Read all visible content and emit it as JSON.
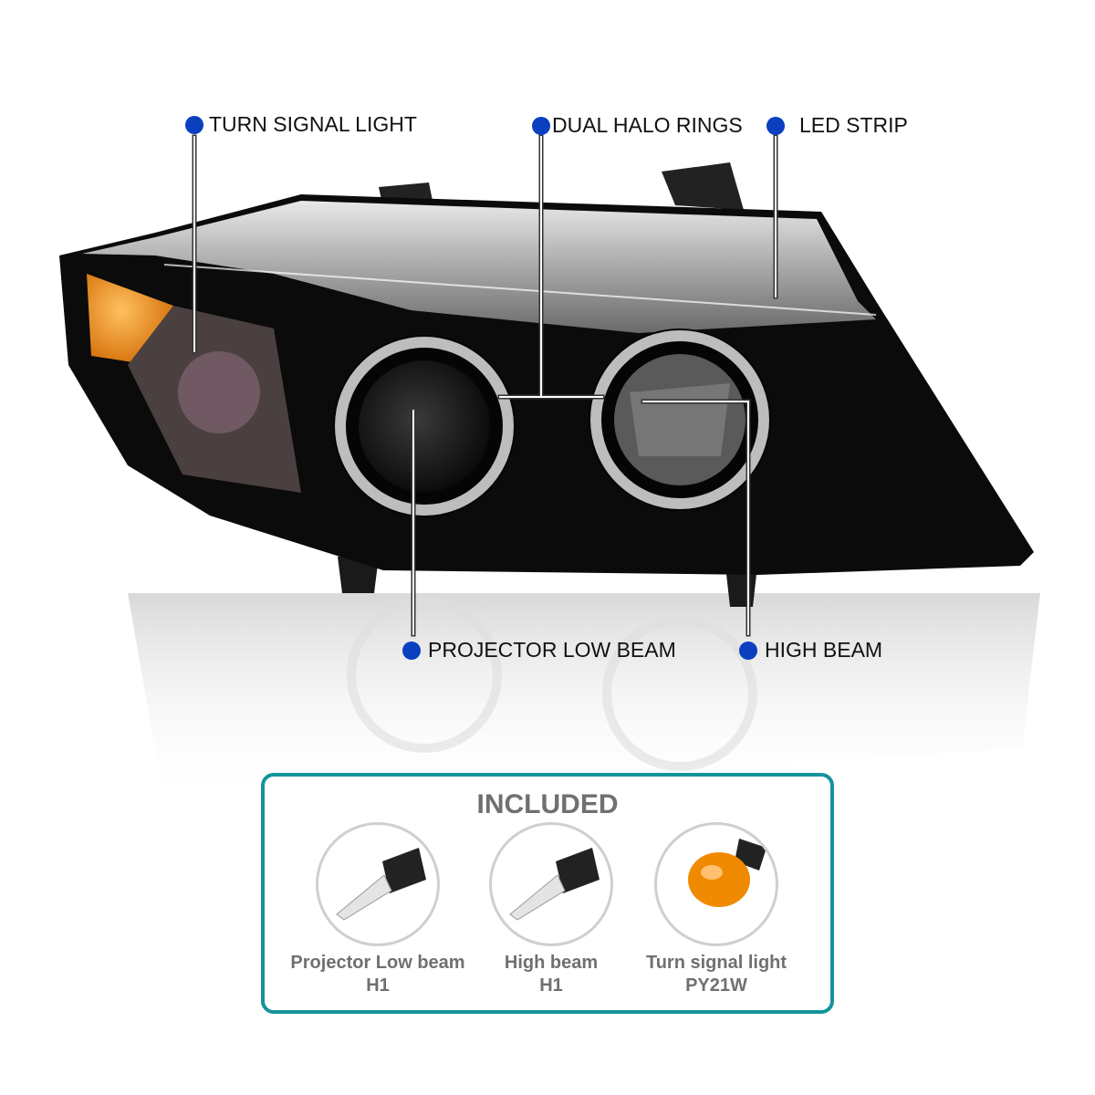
{
  "callouts": {
    "turn_signal": "TURN SIGNAL LIGHT",
    "dual_halo": "DUAL HALO RINGS",
    "led_strip": "LED STRIP",
    "projector": "PROJECTOR LOW BEAM",
    "high_beam": "HIGH BEAM"
  },
  "included": {
    "title": "INCLUDED",
    "items": [
      {
        "name": "Projector Low beam",
        "bulb": "H1"
      },
      {
        "name": "High beam",
        "bulb": "H1"
      },
      {
        "name": "Turn signal light",
        "bulb": "PY21W"
      }
    ]
  },
  "colors": {
    "accent": "#14939b",
    "dot": "#0a40c0",
    "amber": "#f08a00"
  }
}
